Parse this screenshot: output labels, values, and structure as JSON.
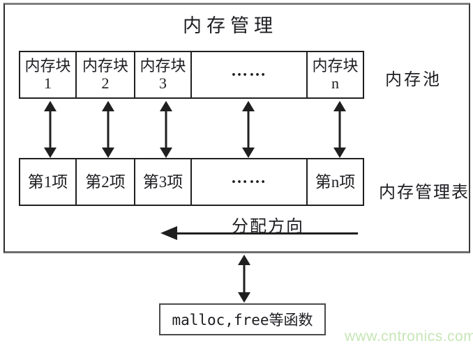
{
  "title": "内存管理",
  "memory_pool": {
    "label": "内存池",
    "cells": [
      {
        "line1": "内存块",
        "line2": "1"
      },
      {
        "line1": "内存块",
        "line2": "2"
      },
      {
        "line1": "内存块",
        "line2": "3"
      },
      {
        "line1": "……",
        "line2": ""
      },
      {
        "line1": "内存块",
        "line2": "n"
      }
    ]
  },
  "management_table": {
    "label": "内存管理表",
    "cells": [
      "第1项",
      "第2项",
      "第3项",
      "……",
      "第n项"
    ]
  },
  "allocation": {
    "label": "分配方向"
  },
  "functions_box": {
    "label": "malloc,free等函数"
  },
  "watermark": {
    "text": "www.cntronics.com",
    "color": "#c6e6b6"
  },
  "colors": {
    "line": "#1f1f1f",
    "text": "#1d1d22",
    "frame_gray": "#7f7f7f"
  }
}
